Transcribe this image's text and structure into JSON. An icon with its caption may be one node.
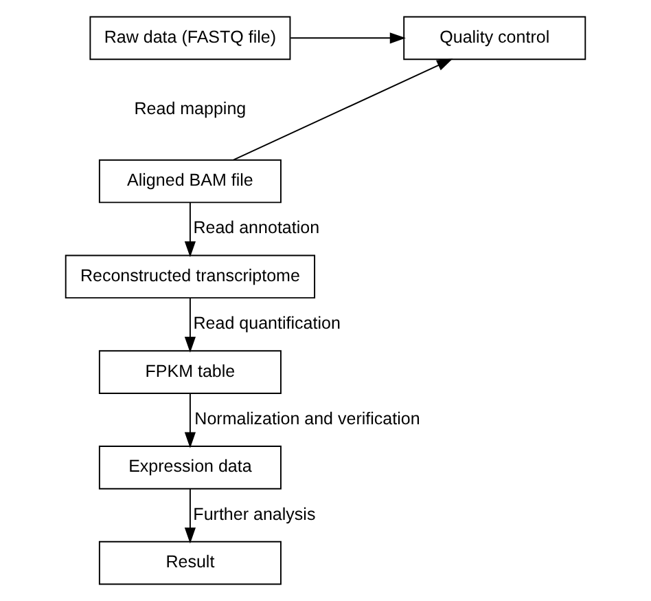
{
  "diagram": {
    "nodes": [
      {
        "text": [
          "Raw data (FASTQ file)"
        ]
      },
      {
        "text": [
          "Quality control"
        ]
      },
      {
        "text": [
          "Aligned BAM file"
        ]
      },
      {
        "text": [
          "Reconstructed transcriptome"
        ]
      },
      {
        "text": [
          "FPKM table"
        ]
      },
      {
        "text": [
          "Expression data"
        ]
      },
      {
        "text": [
          "Result"
        ]
      }
    ],
    "edges": [
      {
        "from": 0,
        "to": 1,
        "arrow": "to"
      },
      {
        "from": 2,
        "to": 1,
        "arrow": "to"
      },
      {
        "from": 2,
        "to": 3,
        "arrow": "to",
        "label": "Read annotation"
      },
      {
        "from": 3,
        "to": 4,
        "arrow": "to",
        "label": "Read quantification"
      },
      {
        "from": 4,
        "to": 5,
        "arrow": "to",
        "label": "Normalization and verification"
      },
      {
        "from": 5,
        "to": 6,
        "arrow": "to",
        "label": "Further analysis"
      }
    ],
    "labels": [
      "Read mapping"
    ]
  }
}
